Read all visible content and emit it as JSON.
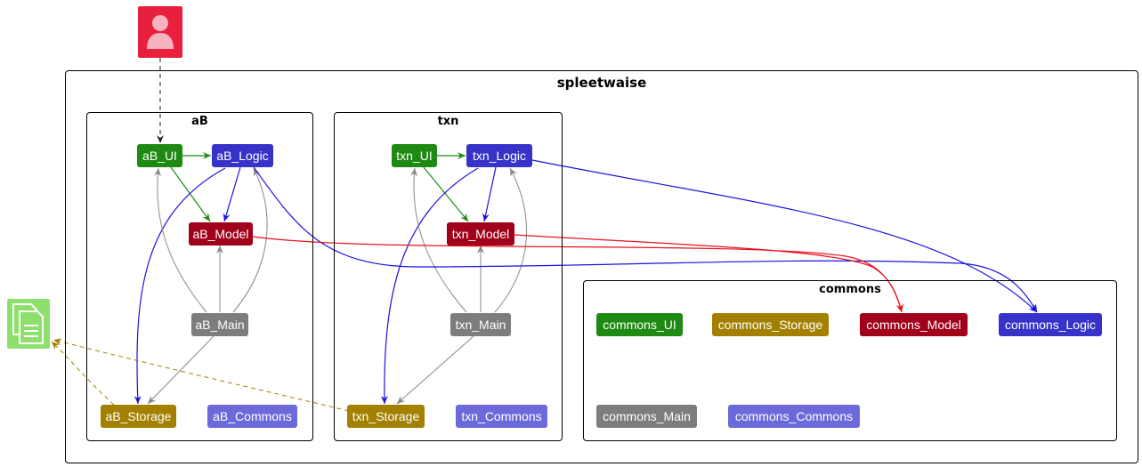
{
  "colors": {
    "ui": "#1e8a14",
    "logic": "#3733c8",
    "model": "#a1001a",
    "main": "#7d7d7d",
    "storage": "#a38000",
    "commons": "#6c6adb",
    "actor": "#e8203d",
    "file": "#8ee06d"
  },
  "icons": {
    "actor": "user-icon",
    "file": "document-icon"
  },
  "diagram": {
    "title": "spleetwaise",
    "packages": {
      "ab": {
        "title": "aB",
        "nodes": {
          "ui": "aB_UI",
          "logic": "aB_Logic",
          "model": "aB_Model",
          "main": "aB_Main",
          "storage": "aB_Storage",
          "commons": "aB_Commons"
        }
      },
      "txn": {
        "title": "txn",
        "nodes": {
          "ui": "txn_UI",
          "logic": "txn_Logic",
          "model": "txn_Model",
          "main": "txn_Main",
          "storage": "txn_Storage",
          "commons": "txn_Commons"
        }
      },
      "commons": {
        "title": "commons",
        "nodes": {
          "ui": "commons_UI",
          "storage": "commons_Storage",
          "model": "commons_Model",
          "logic": "commons_Logic",
          "main": "commons_Main",
          "commons": "commons_Commons"
        }
      }
    }
  }
}
